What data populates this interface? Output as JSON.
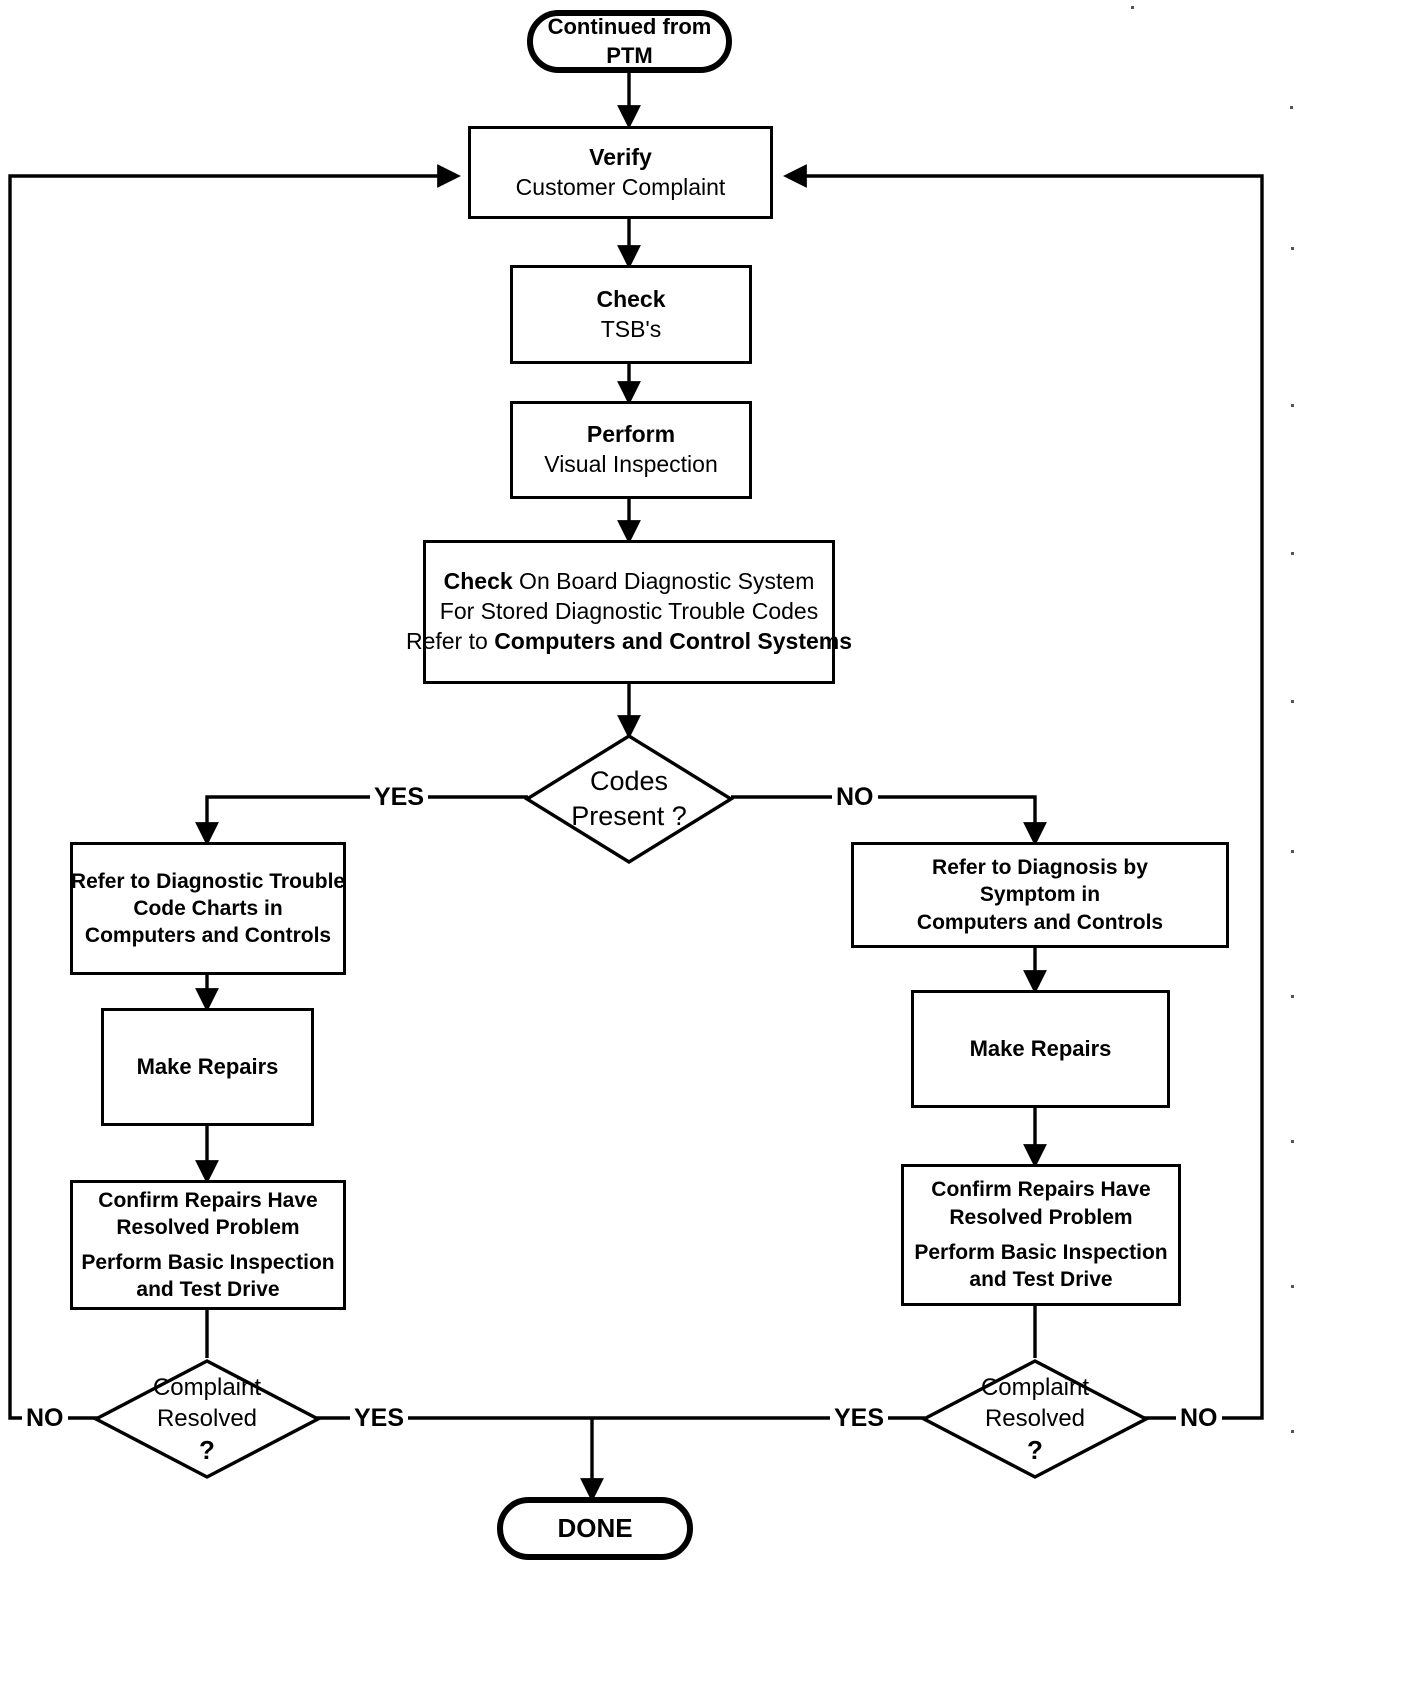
{
  "diagram": {
    "title": "Basic Diagnostic Procedure Flowchart",
    "nodes": {
      "start": {
        "line1": "Continued from",
        "line2": "PTM"
      },
      "verify": {
        "line1": "Verify",
        "line2": "Customer Complaint"
      },
      "check_tsb": {
        "line1": "Check",
        "line2": "TSB's"
      },
      "perform_visual": {
        "line1": "Perform",
        "line2": "Visual Inspection"
      },
      "check_obd": {
        "line1_bold": "Check",
        "line1_rest": " On Board Diagnostic System",
        "line2": "For Stored Diagnostic Trouble Codes",
        "line3_prefix": "Refer to ",
        "line3_bold": "Computers and Control Systems"
      },
      "codes_present": {
        "line1": "Codes",
        "line2": "Present ?"
      },
      "refer_dtc": {
        "line1": "Refer to Diagnostic Trouble",
        "line2": "Code Charts  in",
        "line3": "Computers and  Controls"
      },
      "refer_symptom": {
        "line1": "Refer to Diagnosis by",
        "line2": "Symptom in",
        "line3": "Computers and Controls"
      },
      "make_repairs_left": {
        "line1": "Make Repairs"
      },
      "make_repairs_right": {
        "line1": "Make Repairs"
      },
      "confirm_left": {
        "line1": "Confirm Repairs Have",
        "line2": "Resolved Problem",
        "line3": "Perform Basic Inspection",
        "line4": "and Test Drive"
      },
      "confirm_right": {
        "line1": "Confirm Repairs Have",
        "line2": "Resolved Problem",
        "line3": "Perform Basic Inspection",
        "line4": "and  Test Drive"
      },
      "complaint_resolved_left": {
        "line1": "Complaint",
        "line2": "Resolved",
        "line3": "?"
      },
      "complaint_resolved_right": {
        "line1": "Complaint",
        "line2": "Resolved",
        "line3": "?"
      },
      "done": {
        "line1": "DONE"
      }
    },
    "edge_labels": {
      "codes_yes": "YES",
      "codes_no": "NO",
      "left_resolved_no": "NO",
      "left_resolved_yes": "YES",
      "right_resolved_yes": "YES",
      "right_resolved_no": "NO"
    },
    "colors": {
      "stroke": "#000000",
      "background": "#ffffff",
      "text": "#000000"
    }
  }
}
